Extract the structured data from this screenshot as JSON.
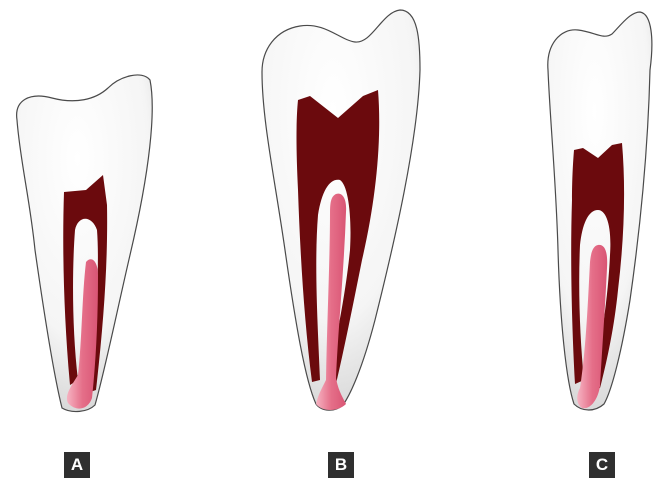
{
  "panels": [
    {
      "label": "A"
    },
    {
      "label": "B"
    },
    {
      "label": "C"
    }
  ],
  "colors": {
    "tooth_fill": "#ffffff",
    "tooth_outline": "#4a4a4a",
    "dark_tissue": "#6b0a0d",
    "pink_tissue": "#e8728a",
    "pink_highlight": "#f4a9b8",
    "label_bg": "#2f2f2f",
    "label_text": "#ffffff"
  }
}
